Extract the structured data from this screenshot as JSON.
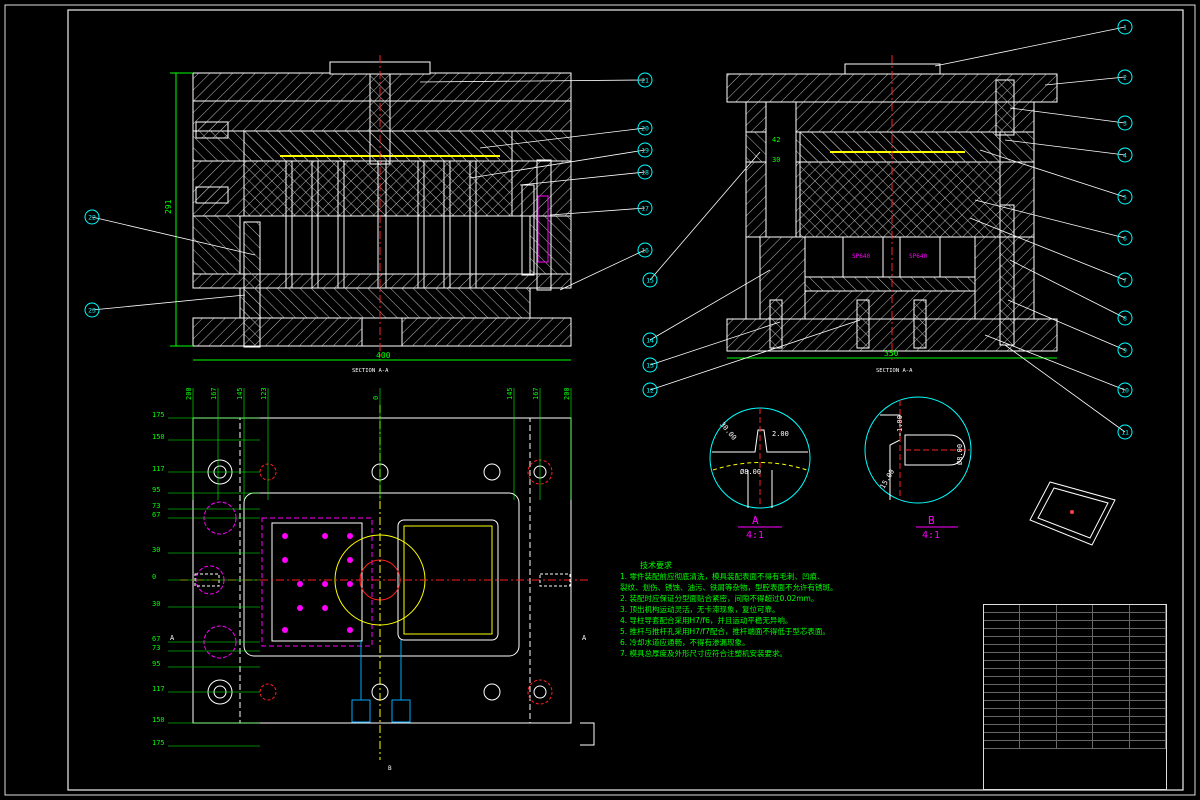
{
  "drawing": {
    "left_view": {
      "section_label": "SECTION A-A",
      "dims": {
        "height": "291",
        "width": "400"
      },
      "balloons": [
        "21",
        "20",
        "19",
        "18",
        "17",
        "16",
        "22",
        "23"
      ]
    },
    "right_view": {
      "section_label": "SECTION A-A",
      "dims": {
        "width": "350",
        "d42": "42",
        "d30": "30"
      },
      "part_labels": [
        "SP640",
        "SP640"
      ],
      "balloons": [
        "1",
        "2",
        "3",
        "4",
        "5",
        "6",
        "7",
        "8",
        "9",
        "10",
        "11",
        "12",
        "13",
        "14",
        "15"
      ]
    },
    "plan_view": {
      "top_dims": [
        "200",
        "167",
        "145",
        "123",
        "0",
        "145",
        "167",
        "200"
      ],
      "left_dims": [
        "175",
        "150",
        "117",
        "95",
        "73",
        "67",
        "30",
        "0",
        "30",
        "67",
        "73",
        "95",
        "117",
        "150",
        "175"
      ],
      "section_marks": [
        "A",
        "A",
        "B"
      ]
    },
    "details": [
      {
        "label": "A",
        "scale": "4:1",
        "dims": [
          "30.00",
          "2.00",
          "Ø8.00"
        ]
      },
      {
        "label": "B",
        "scale": "4:1",
        "dims": [
          "1.00",
          "Ø8.00",
          "15.00"
        ]
      }
    ],
    "notes": {
      "title": "技术要求",
      "lines": [
        "1. 零件装配前应彻底清洗，模具装配表面不得有毛刺、凹痕、",
        "裂纹、划伤、锈蚀、油污、铁屑等杂物，型腔表面不允许有锈斑。",
        "2. 装配时应保证分型面贴合紧密，间隙不得超过0.02mm。",
        "3. 顶出机构运动灵活，无卡滞现象，复位可靠。",
        "4. 导柱导套配合采用H7/f6，并且运动平稳无异响。",
        "5. 推杆与推杆孔采用H7/f7配合，推杆端面不得低于型芯表面。",
        "6. 冷却水道应通畅，不得有渗漏现象。",
        "7. 模具总厚度及外形尺寸应符合注塑机安装要求。"
      ]
    },
    "colors": {
      "outline": "#ffffff",
      "hatch": "#cfcfcf",
      "dim": "#00ff00",
      "center": "#ff2020",
      "balloon": "#00ffff",
      "magenta": "#ff00ff",
      "yellow": "#ffff00"
    }
  }
}
